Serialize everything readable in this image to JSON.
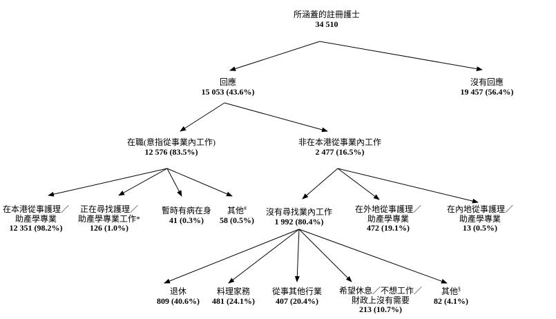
{
  "diagram": {
    "kind": "tree-flowchart",
    "line_color": "#000000",
    "background": "#ffffff"
  },
  "nodes": {
    "root": {
      "lines": [
        "所涵蓋的註冊護士"
      ],
      "value": "34 510"
    },
    "respond": {
      "lines": [
        "回應"
      ],
      "value": "15 053 (43.6%)"
    },
    "no_respond": {
      "lines": [
        "沒有回應"
      ],
      "value": "19 457 (56.4%)"
    },
    "working": {
      "lines": [
        "在職(意指從事業內工作)"
      ],
      "value": "12 576 (83.5%)"
    },
    "not_in_hk": {
      "lines": [
        "非在本港從事業內工作"
      ],
      "value": "2 477 (16.5%)"
    },
    "in_hk_prof": {
      "lines": [
        "在本港從事護理／",
        "助產學專業"
      ],
      "value": "12 351 (98.2%)"
    },
    "seeking": {
      "lines": [
        "正在尋找護理／",
        "助產學專業工作*"
      ],
      "value": "126 (1.0%)"
    },
    "ill": {
      "lines": [
        "暫時有病在身"
      ],
      "value": "41 (0.3%)"
    },
    "others1": {
      "label": "其他",
      "sup": "#",
      "value": "58 (0.5%)"
    },
    "not_seeking": {
      "lines": [
        "沒有尋找業內工作"
      ],
      "value": "1 992 (80.4%)"
    },
    "overseas": {
      "lines": [
        "在外地從事護理／",
        "助產學專業"
      ],
      "value": "472 (19.1%)"
    },
    "mainland": {
      "lines": [
        "在內地從事護理／",
        "助產學專業"
      ],
      "value": "13 (0.5%)"
    },
    "retired": {
      "lines": [
        "退休"
      ],
      "value": "809 (40.6%)"
    },
    "household": {
      "lines": [
        "料理家務"
      ],
      "value": "481 (24.1%)"
    },
    "other_ind": {
      "lines": [
        "從事其他行業"
      ],
      "value": "407 (20.4%)"
    },
    "rest": {
      "lines": [
        "希望休息／不想工作／",
        "財政上沒有需要"
      ],
      "value": "213 (10.7%)"
    },
    "others2": {
      "label": "其他",
      "sup": "§",
      "value": "82 (4.1%)"
    }
  }
}
